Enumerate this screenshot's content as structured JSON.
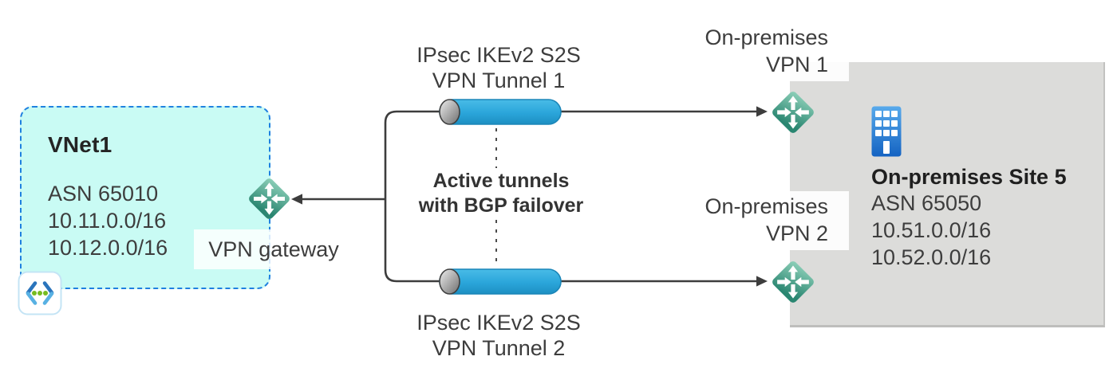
{
  "vnet": {
    "name": "VNet1",
    "asn": "ASN 65010",
    "prefixes": [
      "10.11.0.0/16",
      "10.12.0.0/16"
    ],
    "gateway_label": "VPN gateway"
  },
  "tunnels": {
    "tunnel1": {
      "label_line1": "IPsec IKEv2 S2S",
      "label_line2": "VPN Tunnel 1"
    },
    "tunnel2": {
      "label_line1": "IPsec IKEv2 S2S",
      "label_line2": "VPN Tunnel 2"
    },
    "note": {
      "line1": "Active tunnels",
      "line2": "with BGP failover"
    }
  },
  "on_premises": {
    "vpn1": {
      "line1": "On-premises",
      "line2": "VPN 1"
    },
    "vpn2": {
      "line1": "On-premises",
      "line2": "VPN 2"
    },
    "site": {
      "name": "On-premises Site 5",
      "asn": "ASN 65050",
      "prefixes": [
        "10.51.0.0/16",
        "10.52.0.0/16"
      ]
    }
  },
  "icons": {
    "vnet": "virtual-network-icon",
    "vpn_gateway": "vpn-gateway-icon",
    "onprem_vpn1": "vpn-device-icon",
    "onprem_vpn2": "vpn-device-icon",
    "building": "building-icon",
    "tunnel": "vpn-tunnel-cylinder"
  },
  "colors": {
    "vnet_fill": "#c9fbf4",
    "vnet_border": "#1f80e0",
    "site_fill": "#dcdcda",
    "tunnel_blue": "#2aa5da",
    "diamond_light": "#85cab3",
    "diamond_dark": "#2e8a76",
    "building_blue": "#2b84dd",
    "connector": "#3d3d3d",
    "text": "#3b3b3b"
  }
}
